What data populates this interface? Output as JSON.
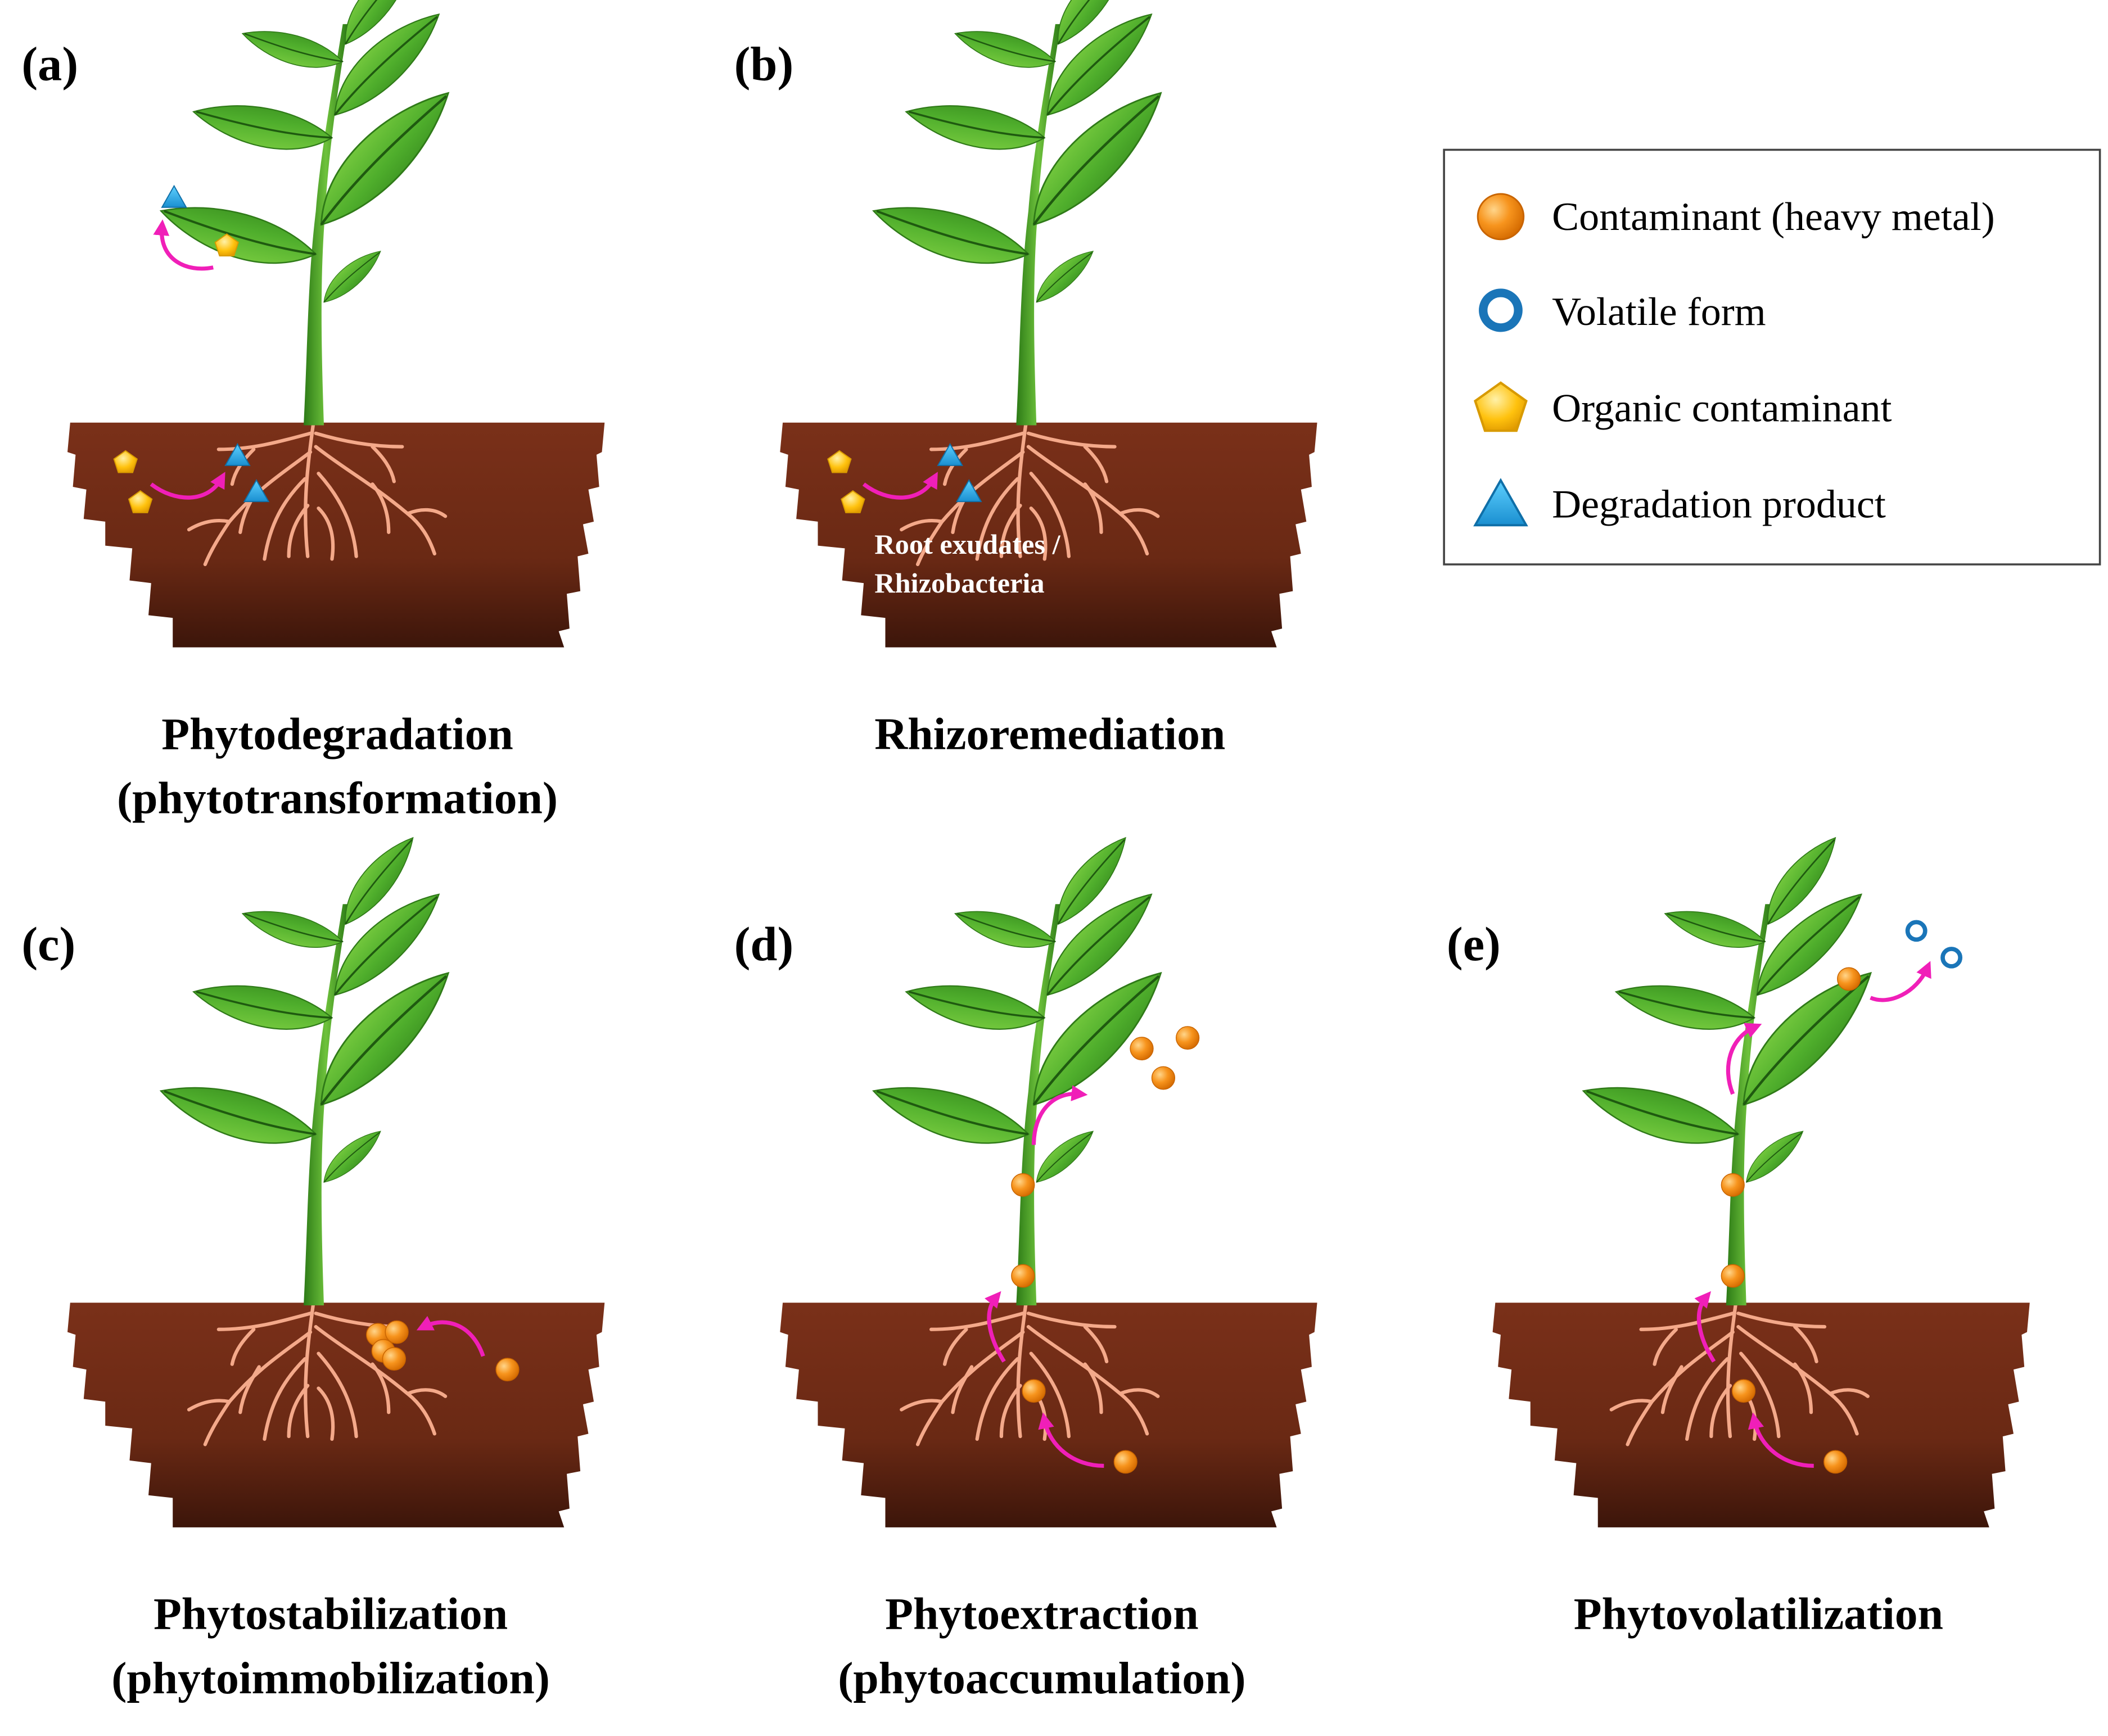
{
  "panels": [
    {
      "key": "a",
      "label": "(a)",
      "title_lines": [
        "Phytodegradation",
        "(phytotransformation)"
      ]
    },
    {
      "key": "b",
      "label": "(b)",
      "title_lines": [
        "Rhizoremediation"
      ],
      "soil_note_lines": [
        "Root exudates /",
        "Rhizobacteria"
      ]
    },
    {
      "key": "c",
      "label": "(c)",
      "title_lines": [
        "Phytostabilization",
        "(phytoimmobilization)"
      ]
    },
    {
      "key": "d",
      "label": "(d)",
      "title_lines": [
        "Phytoextraction",
        "(phytoaccumulation)"
      ]
    },
    {
      "key": "e",
      "label": "(e)",
      "title_lines": [
        "Phytovolatilization"
      ]
    }
  ],
  "legend": {
    "items": [
      {
        "symbol": "orange-circle",
        "label": "Contaminant (heavy metal)"
      },
      {
        "symbol": "blue-ring",
        "label": "Volatile form"
      },
      {
        "symbol": "yellow-pentagon",
        "label": "Organic contaminant"
      },
      {
        "symbol": "blue-triangle",
        "label": "Degradation product"
      }
    ]
  },
  "colors": {
    "soil": "#6b2a17",
    "soil_dark": "#3f170b",
    "roots": "#f4a98a",
    "leaf": "#57b22f",
    "leaf_dark": "#2f7a18",
    "arrow": "#f01fb8",
    "metal": "#f7941d",
    "volatile": "#1a75b8",
    "organic": "#ffc20e",
    "degradation": "#1ba3dc"
  }
}
